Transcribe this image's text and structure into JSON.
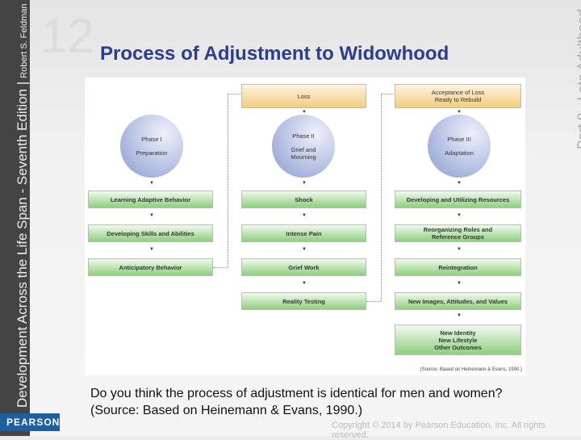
{
  "slide": {
    "title": "Process of Adjustment to Widowhood",
    "question": "Do you think the process of adjustment is identical for men and women?  (Source: Based on Heinemann & Evans, 1990.)",
    "copyright": "Copyright © 2014 by Pearson Education, Inc. All rights reserved."
  },
  "sidebar": {
    "book": "Development Across the Life Span - Seventh Edition  |",
    "author": "Robert S. Feldman",
    "logo": "PEARSON"
  },
  "part": "Part 8 - Late Adulthood",
  "diagram": {
    "top": [
      "Loss",
      "Acceptance of Loss\nReady to Rebuild"
    ],
    "phases": [
      {
        "name": "Phase I",
        "label": "Preparation"
      },
      {
        "name": "Phase II",
        "label": "Grief and Mourning"
      },
      {
        "name": "Phase III",
        "label": "Adaptation"
      }
    ],
    "col1": [
      "Learning Adaptive Behavior",
      "Developing Skills and Abilities",
      "Anticipatory Behavior"
    ],
    "col2": [
      "Shock",
      "Intense Pain",
      "Grief Work",
      "Reality Testing"
    ],
    "col3": [
      "Developing and Utilizing Resources",
      "Reorganizing Roles and Reference Groups",
      "Reintegration",
      "New Images, Attitudes, and Values",
      "New Identity\nNew Lifestyle\nOther Outcomes"
    ],
    "source": "(Source: Based on Heinemann & Evans, 1990.)"
  },
  "colors": {
    "title": "#2c3d8a",
    "sidebar": "#444444",
    "pearson": "#1f5fa0"
  }
}
